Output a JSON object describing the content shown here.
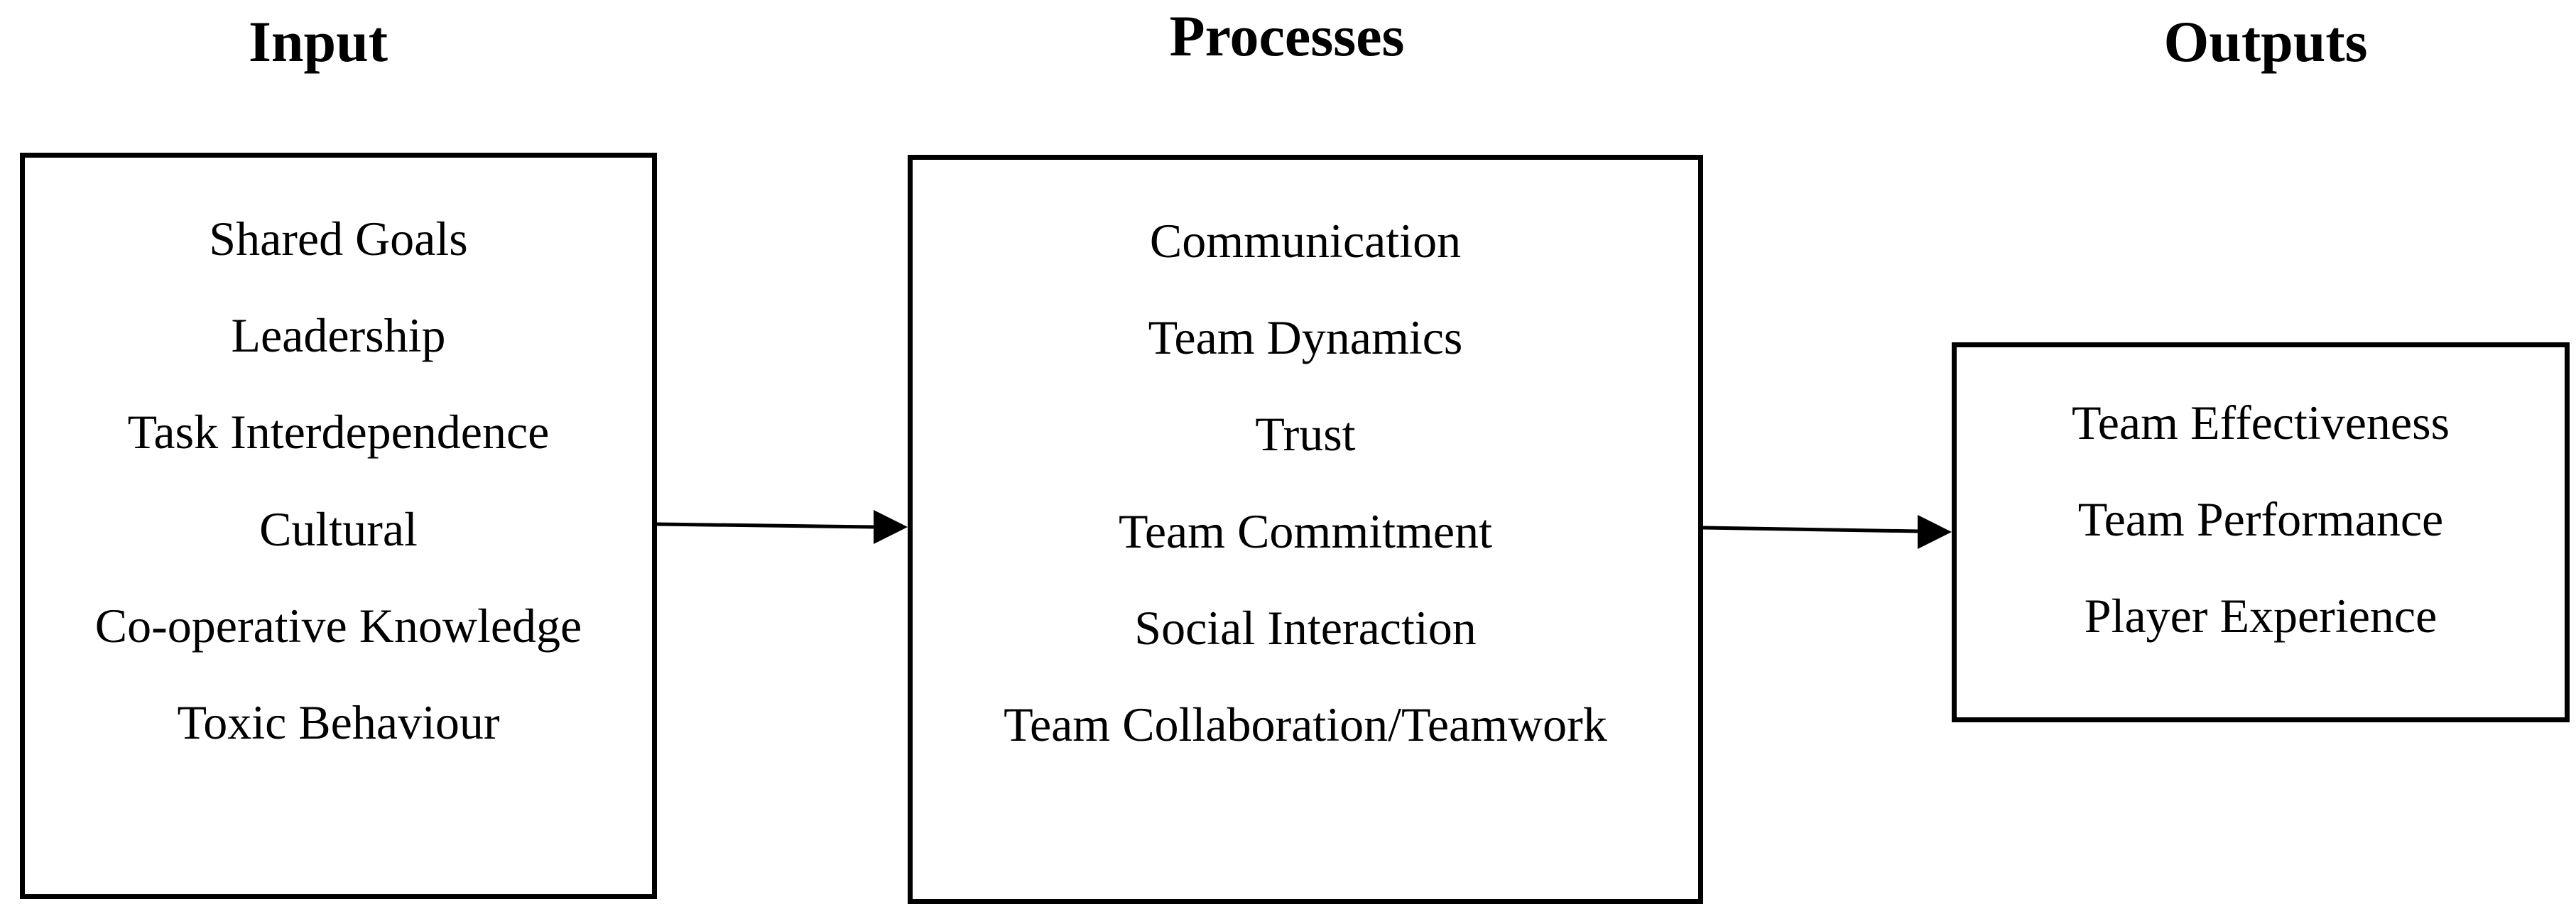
{
  "columns": {
    "input": {
      "title": "Input",
      "items": [
        "Shared Goals",
        "Leadership",
        "Task Interdependence",
        "Cultural",
        "Co-operative Knowledge",
        "Toxic Behaviour"
      ]
    },
    "processes": {
      "title": "Processes",
      "items": [
        "Communication",
        "Team Dynamics",
        "Trust",
        "Team Commitment",
        "Social Interaction",
        "Team Collaboration/Teamwork"
      ]
    },
    "outputs": {
      "title": "Outputs",
      "items": [
        "Team Effectiveness",
        "Team Performance",
        "Player Experience"
      ]
    }
  },
  "connectors": [
    {
      "from": "input",
      "to": "processes"
    },
    {
      "from": "processes",
      "to": "outputs"
    }
  ],
  "colors": {
    "stroke": "#000000",
    "background": "#ffffff"
  }
}
